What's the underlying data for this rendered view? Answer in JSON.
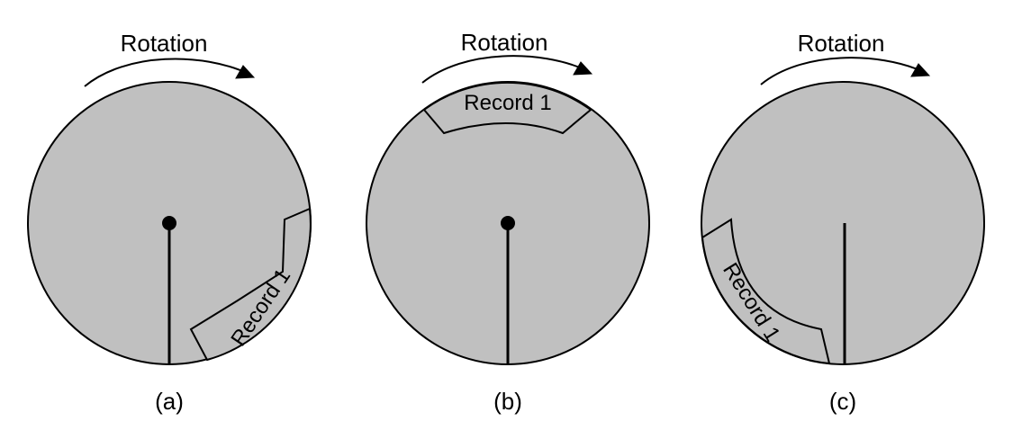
{
  "panels": [
    {
      "id": "a",
      "rotation_label": "Rotation",
      "record_label": "Record 1",
      "caption": "(a)"
    },
    {
      "id": "b",
      "rotation_label": "Rotation",
      "record_label": "Record 1",
      "caption": "(b)"
    },
    {
      "id": "c",
      "rotation_label": "Rotation",
      "record_label": "Record 1",
      "caption": "(c)"
    }
  ],
  "colors": {
    "disk_fill": "#c0c0c0",
    "stroke": "#000000",
    "background": "#ffffff"
  }
}
